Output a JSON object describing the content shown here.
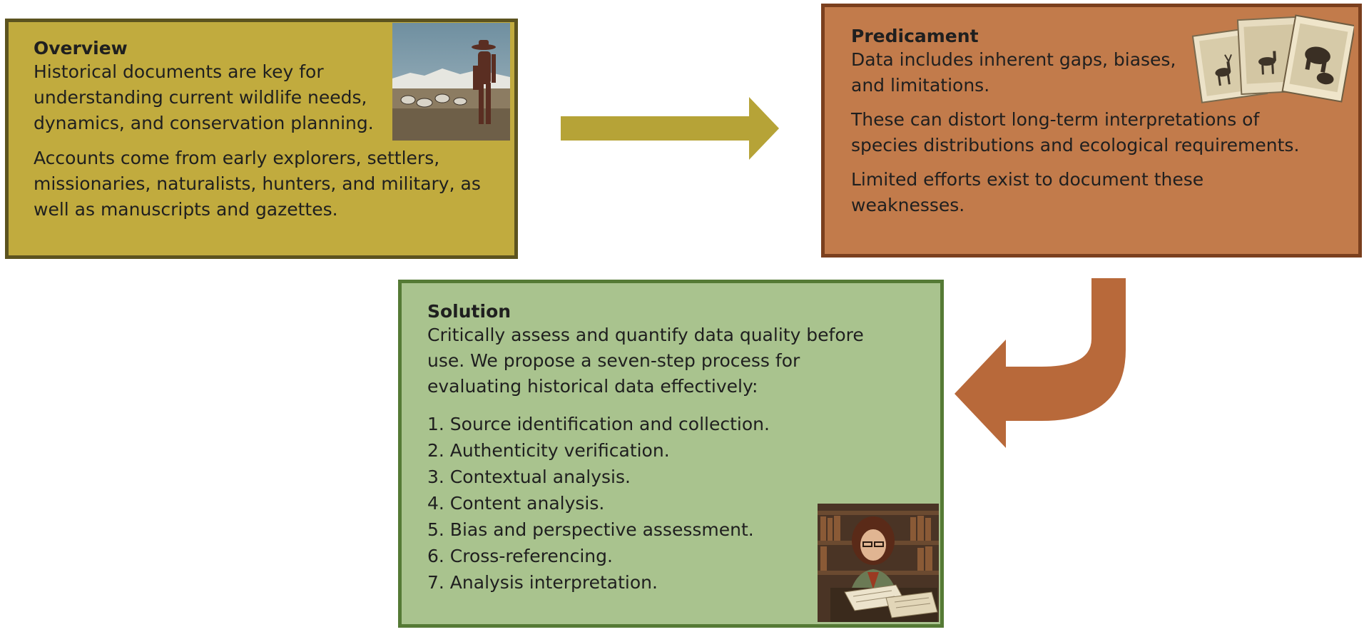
{
  "overview": {
    "title": "Overview",
    "paragraphs": [
      "Historical documents are key for understanding current wildlife needs, dynamics, and conservation planning.",
      "Accounts come from early explorers, settlers, missionaries, naturalists, hunters, and military, as well as manuscripts and gazettes."
    ],
    "color": "#c1ab3e"
  },
  "predicament": {
    "title": "Predicament",
    "paragraphs": [
      "Data includes inherent gaps, biases, and limitations.",
      "These can distort long-term interpretations of species distributions and ecological requirements.",
      "Limited efforts exist to document these weaknesses."
    ],
    "color": "#c27b4b"
  },
  "solution": {
    "title": "Solution",
    "intro": "Critically assess and quantify data quality before use. We propose a seven-step process for evaluating historical data effectively:",
    "steps": [
      "1. Source identification and collection.",
      "2. Authenticity verification.",
      "3. Contextual analysis.",
      "4. Content analysis.",
      "5. Bias and perspective assessment.",
      "6. Cross-referencing.",
      "7. Analysis interpretation."
    ],
    "color": "#a9c38e"
  },
  "arrows": {
    "right_arrow_color": "#b6a337",
    "curved_arrow_color": "#b8693a"
  }
}
